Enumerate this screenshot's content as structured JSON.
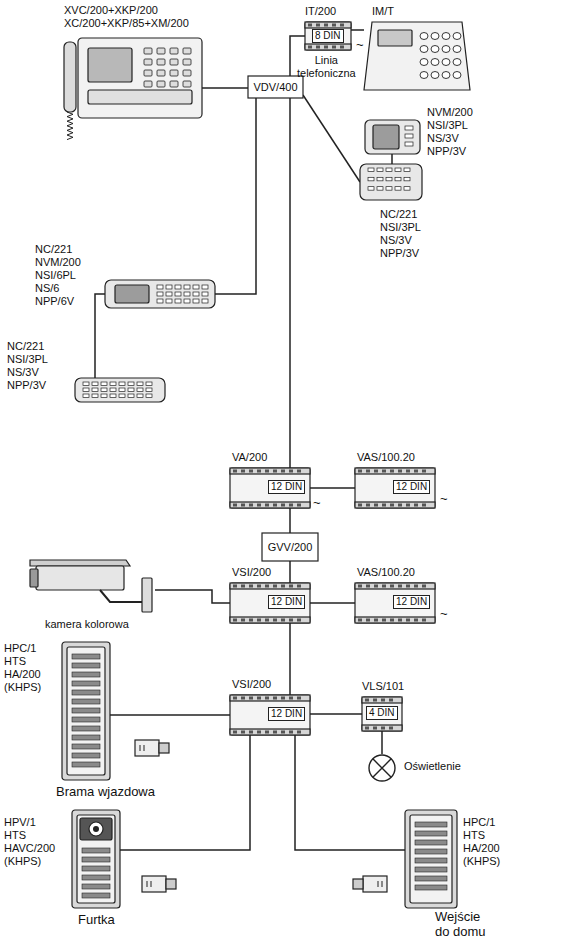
{
  "diagram": {
    "nodes": [
      {
        "text": [
          "XVC/200+XKP/200 XC/200+XKP/85+XM/200"
        ]
      },
      {
        "text": [
          "VDV/400"
        ]
      },
      {
        "text": [
          "IT/200",
          "8 DIN",
          "Linia telefoniczna"
        ]
      },
      {
        "text": [
          "IM/T"
        ]
      },
      {
        "text": [
          "NC/221 NVM/200 NSI/6PL NS/6 NPP/6V"
        ]
      },
      {
        "text": [
          "NC/221 NSI/3PL NS/3V NPP/3V"
        ]
      },
      {
        "text": [
          "NVM/200 NSI/3PL NS/3V NPP/3V"
        ]
      },
      {
        "text": [
          "NC/221 NSI/3PL NS/3V NPP/3V"
        ]
      },
      {
        "text": [
          "VA/200",
          "12 DIN"
        ]
      },
      {
        "text": [
          "VAS/100.20",
          "12 DIN"
        ]
      },
      {
        "text": [
          "GVV/200"
        ]
      },
      {
        "text": [
          "kamera kolorowa"
        ]
      },
      {
        "text": [
          "VSI/200",
          "12 DIN"
        ]
      },
      {
        "text": [
          "VAS/100.20",
          "12 DIN"
        ]
      },
      {
        "text": [
          "VSI/200",
          "12 DIN"
        ]
      },
      {
        "text": [
          "VLS/101",
          "4 DIN"
        ]
      },
      {
        "text": [
          "Oświetlenie"
        ]
      },
      {
        "text": [
          "HPC/1 HTS HA/200 (KHPS)",
          "Brama wjazdowa"
        ]
      },
      {
        "text": [
          "HPV/1 HTS HAVC/200 (KHPS)",
          "Furtka"
        ]
      },
      {
        "text": [
          "HPC/1 HTS HA/200 (KHPS)",
          "Wejście do domu"
        ]
      }
    ],
    "edges": [
      {
        "from": 0,
        "to": 1,
        "arrow": "none"
      },
      {
        "from": 1,
        "to": 2,
        "arrow": "none"
      },
      {
        "from": 2,
        "to": 3,
        "arrow": "none"
      },
      {
        "from": 1,
        "to": 4,
        "arrow": "none"
      },
      {
        "from": 4,
        "to": 5,
        "arrow": "none"
      },
      {
        "from": 1,
        "to": 7,
        "arrow": "none"
      },
      {
        "from": 6,
        "to": 7,
        "arrow": "none"
      },
      {
        "from": 1,
        "to": 8,
        "arrow": "none"
      },
      {
        "from": 8,
        "to": 9,
        "arrow": "none"
      },
      {
        "from": 8,
        "to": 10,
        "arrow": "none"
      },
      {
        "from": 10,
        "to": 12,
        "arrow": "none"
      },
      {
        "from": 11,
        "to": 12,
        "arrow": "none"
      },
      {
        "from": 12,
        "to": 13,
        "arrow": "none"
      },
      {
        "from": 12,
        "to": 14,
        "arrow": "none"
      },
      {
        "from": 14,
        "to": 15,
        "arrow": "none"
      },
      {
        "from": 15,
        "to": 16,
        "arrow": "none"
      },
      {
        "from": 14,
        "to": 17,
        "arrow": "none"
      },
      {
        "from": 14,
        "to": 18,
        "arrow": "none"
      },
      {
        "from": 14,
        "to": 19,
        "arrow": "none"
      }
    ],
    "labels": [
      "~",
      "~",
      "~",
      "~"
    ]
  }
}
